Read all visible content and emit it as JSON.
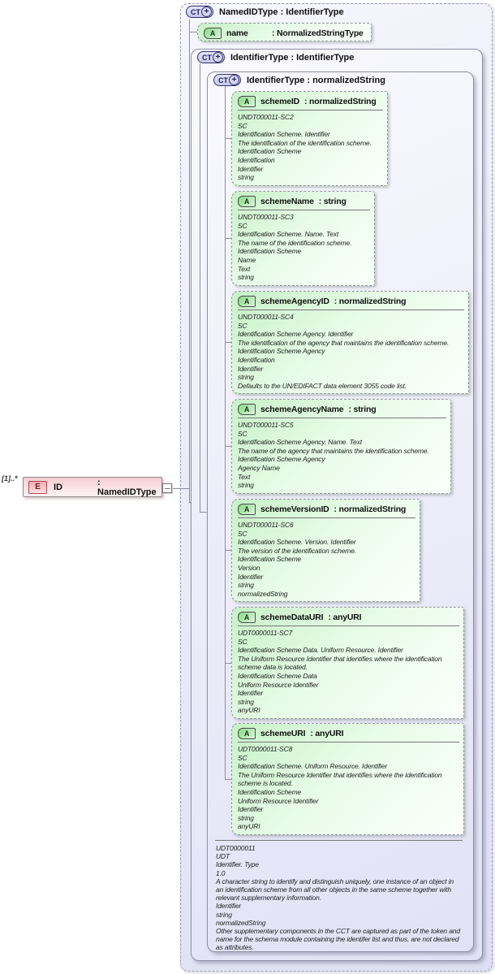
{
  "icons": {
    "complex_type": "CT",
    "attribute": "A",
    "element": "E",
    "expand": "+"
  },
  "element": {
    "cardinality": "[1]..*",
    "name": "ID",
    "type": ": NamedIDType"
  },
  "named_id_type": {
    "title": "NamedIDType : IdentifierType",
    "name_attribute": {
      "name": "name",
      "type": ": NormalizedStringType"
    },
    "identifier_type": {
      "title": "IdentifierType : IdentifierType",
      "inner": {
        "title": "IdentifierType : normalizedString",
        "attributes": [
          {
            "name": "schemeID",
            "type": ": normalizedString",
            "doc": [
              "UNDT000011-SC2",
              "SC",
              "Identification Scheme. Identifier",
              "The identification of the identification scheme.",
              "Identification Scheme",
              "Identification",
              "Identifier",
              "string"
            ]
          },
          {
            "name": "schemeName",
            "type": ": string",
            "doc": [
              "UNDT000011-SC3",
              "SC",
              "Identification Scheme. Name. Text",
              "The name of the identification scheme.",
              "Identification Scheme",
              "Name",
              "Text",
              "string"
            ]
          },
          {
            "name": "schemeAgencyID",
            "type": ": normalizedString",
            "doc": [
              "UNDT000011-SC4",
              "SC",
              "Identification Scheme Agency. Identifier",
              "The identification of the agency that maintains the identification scheme.",
              "Identification Scheme Agency",
              "Identification",
              "Identifier",
              "string",
              "Defaults to the UN/EDIFACT data element 3055 code list."
            ]
          },
          {
            "name": "schemeAgencyName",
            "type": ": string",
            "doc": [
              "UNDT000011-SC5",
              "SC",
              "Identification Scheme Agency. Name. Text",
              "The name of the agency that maintains the identification scheme.",
              "Identification Scheme Agency",
              "Agency Name",
              "Text",
              "string"
            ]
          },
          {
            "name": "schemeVersionID",
            "type": ": normalizedString",
            "doc": [
              "UNDT000011-SC6",
              "SC",
              "Identification Scheme. Version. Identifier",
              "The version of the identification scheme.",
              "Identification Scheme",
              "Version",
              "Identifier",
              "string",
              "normalizedString"
            ]
          },
          {
            "name": "schemeDataURI",
            "type": ": anyURI",
            "doc": [
              "UDT0000011-SC7",
              "SC",
              "Identification Scheme Data. Uniform Resource. Identifier",
              "The Uniform Resource Identifier that identifies where the identification scheme data is located.",
              "Identification Scheme Data",
              "Uniform Resource Identifier",
              "Identifier",
              "string",
              "anyURI"
            ]
          },
          {
            "name": "schemeURI",
            "type": ": anyURI",
            "doc": [
              "UDT0000011-SC8",
              "SC",
              "Identification Scheme. Uniform Resource. Identifier",
              "The Uniform Resource Identifier that identifies where the identification scheme is located.",
              "Identification Scheme",
              "Uniform Resource Identifier",
              "Identifier",
              "string",
              "anyURI"
            ]
          }
        ],
        "documentation": [
          "UDT0000011",
          "UDT",
          "Identifier. Type",
          "1.0",
          "A character string to identify and distinguish uniquely, one instance of an object in an identification scheme from all other objects in the same scheme together with relevant supplementary information.",
          "Identifier",
          "string",
          "normalizedString",
          "Other supplementary components in the CCT are captured as part of the token and name for the schema module containing the identifer list and thus, are not declared as attributes."
        ]
      }
    }
  },
  "colors": {
    "attribute_green": "#c7f2c7",
    "container_lavender": "#e9e9f8",
    "element_pink": "#f6ccd4",
    "connector": "#8d8da0"
  }
}
